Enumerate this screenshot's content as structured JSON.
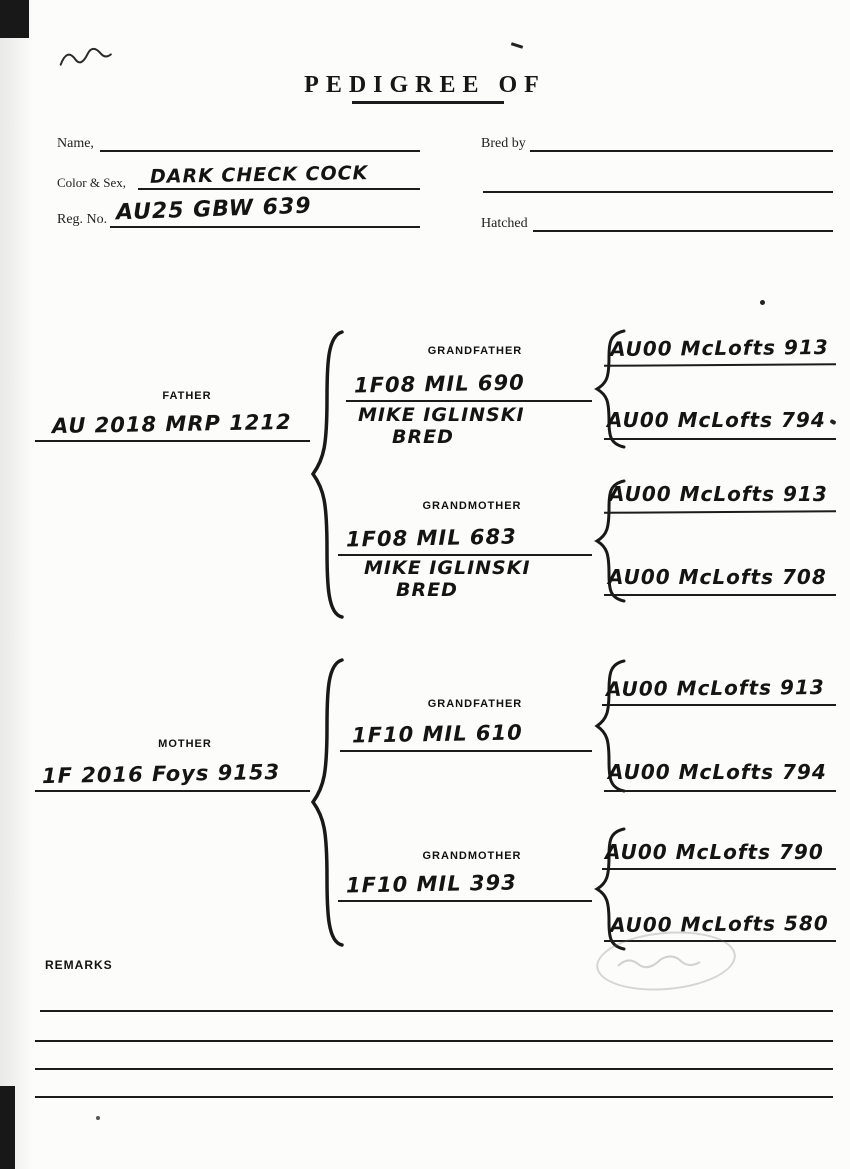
{
  "title": "PEDIGREE OF",
  "form": {
    "name_label": "Name,",
    "bred_by_label": "Bred by",
    "color_sex_label": "Color & Sex,",
    "color_sex_value": "DARK CHECK COCK",
    "reg_no_label": "Reg. No.",
    "reg_no_value": "AU25 GBW 639",
    "hatched_label": "Hatched"
  },
  "pedigree": {
    "father": {
      "label": "FATHER",
      "value": "AU 2018 MRP 1212",
      "grandfather": {
        "label": "GRANDFATHER",
        "value": "1F08 MIL 690",
        "breeder_line1": "MIKE IGLINSKI",
        "breeder_line2": "BRED",
        "great_sire": "AU00 McLofts 913",
        "great_dam": "AU00 McLofts 794"
      },
      "grandmother": {
        "label": "GRANDMOTHER",
        "value": "1F08 MIL 683",
        "breeder_line1": "MIKE IGLINSKI",
        "breeder_line2": "BRED",
        "great_sire": "AU00 McLofts 913",
        "great_dam": "AU00 McLofts 708"
      }
    },
    "mother": {
      "label": "MOTHER",
      "value": "1F 2016 Foys 9153",
      "grandfather": {
        "label": "GRANDFATHER",
        "value": "1F10 MIL 610",
        "great_sire": "AU00 McLofts 913",
        "great_dam": "AU00 McLofts 794"
      },
      "grandmother": {
        "label": "GRANDMOTHER",
        "value": "1F10 MIL 393",
        "great_sire": "AU00 McLofts 790",
        "great_dam": "AU00 McLofts 580"
      }
    }
  },
  "remarks": {
    "label": "REMARKS"
  }
}
